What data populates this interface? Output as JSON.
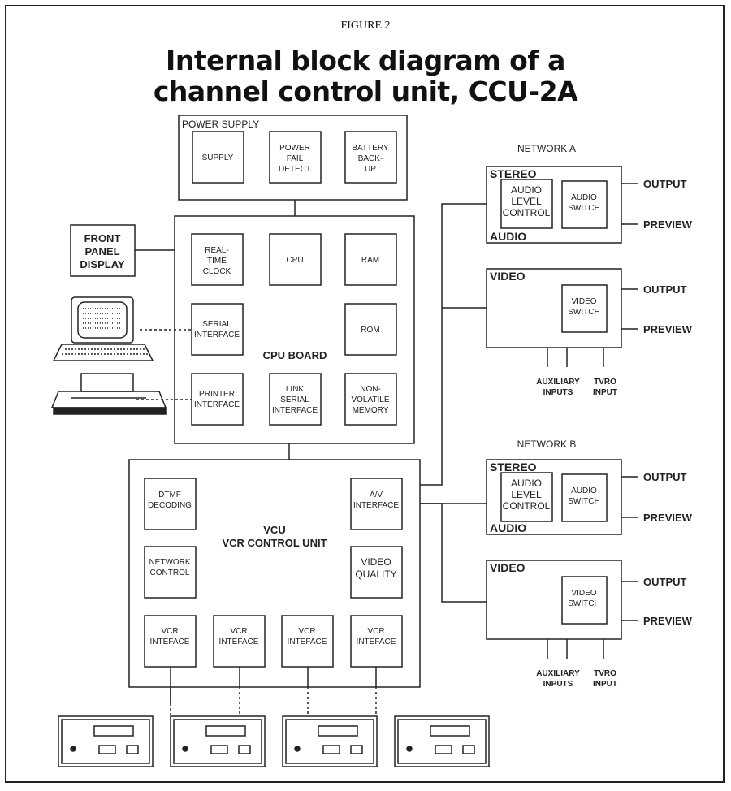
{
  "figure_label": "FIGURE 2",
  "title_line1": "Internal block diagram of a",
  "title_line2": "channel control unit, CCU-2A",
  "power_supply": {
    "label": "POWER SUPPLY",
    "supply": "SUPPLY",
    "power_fail": [
      "POWER",
      "FAIL",
      "DETECT"
    ],
    "battery": [
      "BATTERY",
      "BACK-",
      "UP"
    ]
  },
  "front_panel": [
    "FRONT",
    "PANEL",
    "DISPLAY"
  ],
  "cpu_board": {
    "label": "CPU BOARD",
    "rtc": [
      "REAL-",
      "TIME",
      "CLOCK"
    ],
    "cpu": "CPU",
    "ram": "RAM",
    "serial": [
      "SERIAL",
      "INTERFACE"
    ],
    "rom": "ROM",
    "printer": [
      "PRINTER",
      "INTERFACE"
    ],
    "link": [
      "LINK",
      "SERIAL",
      "INTERFACE"
    ],
    "nvm": [
      "NON-",
      "VOLATILE",
      "MEMORY"
    ]
  },
  "vcu": {
    "label1": "VCU",
    "label2": "VCR CONTROL UNIT",
    "dtmf": [
      "DTMF",
      "DECODING"
    ],
    "av": [
      "A/V",
      "INTERFACE"
    ],
    "network_control": [
      "NETWORK",
      "CONTROL"
    ],
    "video_quality": [
      "VIDEO",
      "QUALITY"
    ],
    "vcr_interface": [
      "VCR",
      "INTEFACE"
    ]
  },
  "networks": [
    {
      "label": "NETWORK A",
      "stereo": "STEREO",
      "audio": "AUDIO",
      "audio_level": [
        "AUDIO",
        "LEVEL",
        "CONTROL"
      ],
      "audio_switch": [
        "AUDIO",
        "SWITCH"
      ],
      "video": "VIDEO",
      "video_switch": [
        "VIDEO",
        "SWITCH"
      ],
      "output": "OUTPUT",
      "preview": "PREVIEW",
      "aux": [
        "AUXILIARY",
        "INPUTS"
      ],
      "tvro": [
        "TVRO",
        "INPUT"
      ]
    },
    {
      "label": "NETWORK B",
      "stereo": "STEREO",
      "audio": "AUDIO",
      "audio_level": [
        "AUDIO",
        "LEVEL",
        "CONTROL"
      ],
      "audio_switch": [
        "AUDIO",
        "SWITCH"
      ],
      "video": "VIDEO",
      "video_switch": [
        "VIDEO",
        "SWITCH"
      ],
      "output": "OUTPUT",
      "preview": "PREVIEW",
      "aux": [
        "AUXILIARY",
        "INPUTS"
      ],
      "tvro": [
        "TVRO",
        "INPUT"
      ]
    }
  ]
}
